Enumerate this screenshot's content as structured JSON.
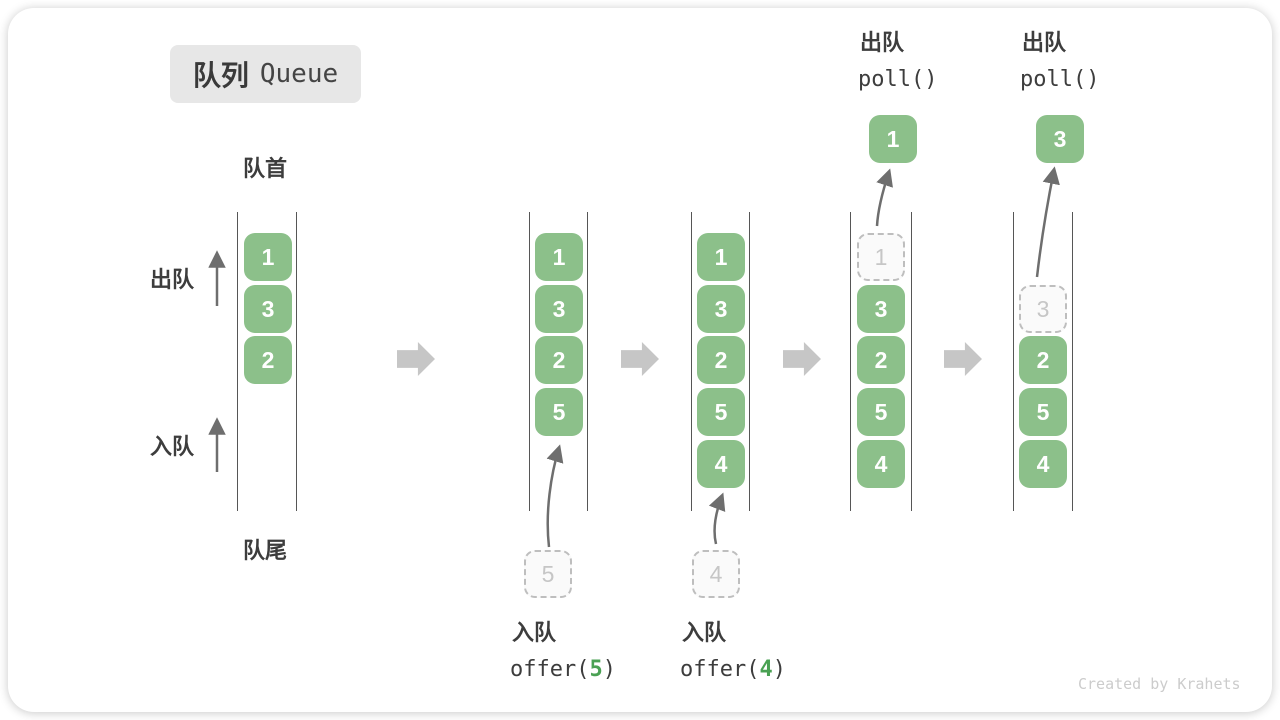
{
  "title": {
    "zh": "队列",
    "en": "Queue"
  },
  "labels": {
    "front": "队首",
    "rear": "队尾",
    "dequeue": "出队",
    "enqueue": "入队"
  },
  "colors": {
    "item_green": "#8cc08a",
    "code_arg_green": "#4aa153",
    "ghost_gray": "#bebebe",
    "step_arrow_gray": "#c6c6c6",
    "line_gray": "#565656"
  },
  "states": {
    "s1": {
      "items": [
        "1",
        "3",
        "2"
      ]
    },
    "s2": {
      "items": [
        "1",
        "3",
        "2",
        "5"
      ],
      "incoming": "5"
    },
    "s3": {
      "items": [
        "1",
        "3",
        "2",
        "5",
        "4"
      ],
      "incoming": "4"
    },
    "s4": {
      "removed": "1",
      "items": [
        "3",
        "2",
        "5",
        "4"
      ],
      "result": "1"
    },
    "s5": {
      "removed": "3",
      "items": [
        "2",
        "5",
        "4"
      ],
      "result": "3"
    }
  },
  "operations": {
    "offer5": {
      "label": "入队",
      "fn_open": "offer(",
      "arg": "5",
      "fn_close": ")"
    },
    "offer4": {
      "label": "入队",
      "fn_open": "offer(",
      "arg": "4",
      "fn_close": ")"
    },
    "poll1": {
      "label": "出队",
      "fn": "poll()"
    },
    "poll2": {
      "label": "出队",
      "fn": "poll()"
    }
  },
  "watermark": "Created by Krahets"
}
